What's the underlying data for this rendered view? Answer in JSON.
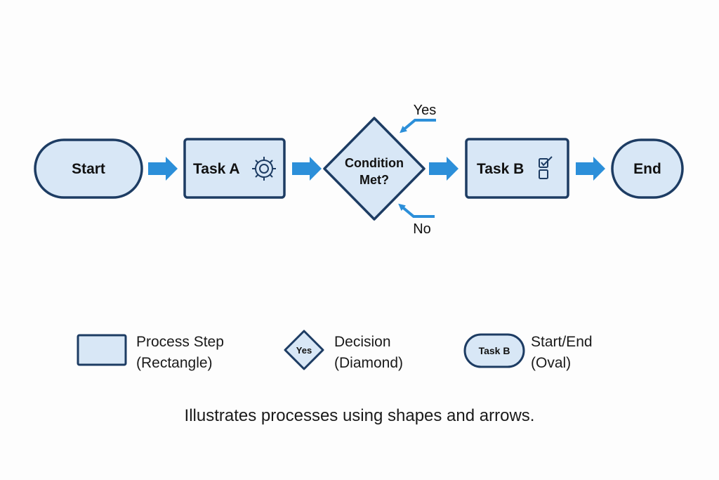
{
  "colors": {
    "fill": "#d8e7f6",
    "stroke": "#1d3c63",
    "arrow": "#2c8fd9"
  },
  "nodes": {
    "start": {
      "label": "Start"
    },
    "task_a": {
      "label": "Task A",
      "icon": "gear-icon"
    },
    "decision": {
      "line1": "Condition",
      "line2": "Met?"
    },
    "task_b": {
      "label": "Task B",
      "icon": "checklist-icon"
    },
    "end": {
      "label": "End"
    }
  },
  "branches": {
    "yes": "Yes",
    "no": "No"
  },
  "legend": {
    "process": {
      "line1": "Process Step",
      "line2": "(Rectangle)"
    },
    "decision": {
      "sample": "Yes",
      "line1": "Decision",
      "line2": "(Diamond)"
    },
    "terminal": {
      "sample": "Task B",
      "line1": "Start/End",
      "line2": "(Oval)"
    }
  },
  "caption": "Illustrates processes using shapes and arrows."
}
